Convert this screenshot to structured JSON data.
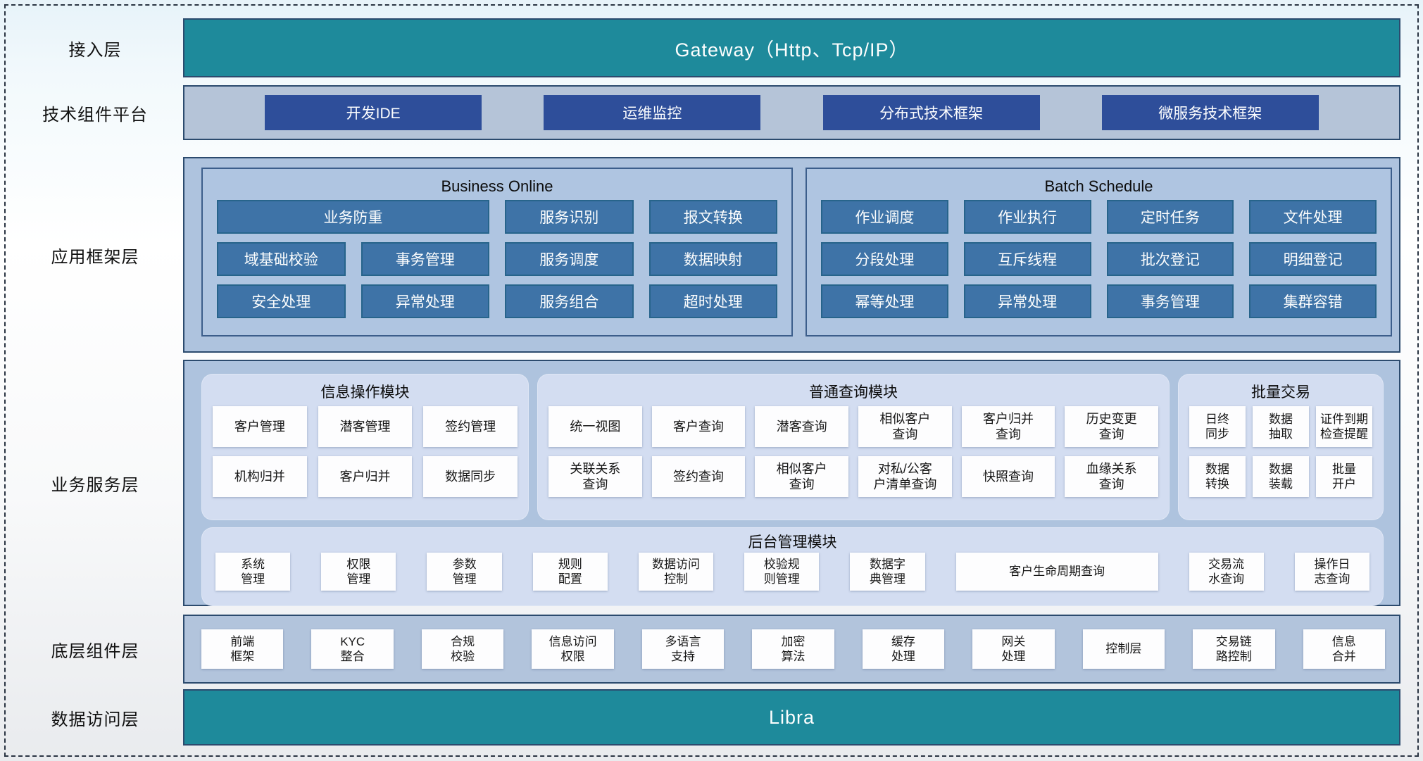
{
  "colors": {
    "teal_bar": "#1e8a9b",
    "navy_button": "#2e4e9a",
    "steel_button": "#3e73a7",
    "container_blue": "#aec3de",
    "panel_light": "#d3ddf1",
    "border_dark": "#2c4b6e"
  },
  "rows": {
    "access": {
      "label": "接入层",
      "gateway": "Gateway（Http、Tcp/IP）"
    },
    "tech": {
      "label": "技术组件平台",
      "buttons": [
        "开发IDE",
        "运维监控",
        "分布式技术框架",
        "微服务技术框架"
      ]
    },
    "framework": {
      "label": "应用框架层",
      "business_online": {
        "title": "Business Online",
        "buttons": [
          {
            "label": "业务防重",
            "span": 2
          },
          "服务识别",
          "报文转换",
          "域基础校验",
          "事务管理",
          "服务调度",
          "数据映射",
          "安全处理",
          "异常处理",
          "服务组合",
          "超时处理"
        ]
      },
      "batch_schedule": {
        "title": "Batch Schedule",
        "buttons": [
          "作业调度",
          "作业执行",
          "定时任务",
          "文件处理",
          "分段处理",
          "互斥线程",
          "批次登记",
          "明细登记",
          "幂等处理",
          "异常处理",
          "事务管理",
          "集群容错"
        ]
      }
    },
    "services": {
      "label": "业务服务层",
      "info_ops": {
        "title": "信息操作模块",
        "buttons": [
          "客户管理",
          "潜客管理",
          "签约管理",
          "机构归并",
          "客户归并",
          "数据同步"
        ]
      },
      "query": {
        "title": "普通查询模块",
        "buttons": [
          "统一视图",
          "客户查询",
          "潜客查询",
          "相似客户\n查询",
          "客户归并\n查询",
          "历史变更\n查询",
          "关联关系\n查询",
          "签约查询",
          "相似客户\n查询",
          "对私/公客\n户清单查询",
          "快照查询",
          "血缘关系\n查询"
        ]
      },
      "batch_trade": {
        "title": "批量交易",
        "buttons": [
          "日终\n同步",
          "数据\n抽取",
          "证件到期\n检查提醒",
          "数据\n转换",
          "数据\n装载",
          "批量\n开户"
        ]
      },
      "admin": {
        "title": "后台管理模块",
        "buttons": [
          "系统\n管理",
          "权限\n管理",
          "参数\n管理",
          "规则\n配置",
          "数据访问\n控制",
          "校验规\n则管理",
          "数据字\n典管理",
          "客户生命周期查询",
          "交易流\n水查询",
          "操作日\n志查询"
        ]
      }
    },
    "base": {
      "label": "底层组件层",
      "buttons": [
        "前端\n框架",
        "KYC\n整合",
        "合规\n校验",
        "信息访问\n权限",
        "多语言\n支持",
        "加密\n算法",
        "缓存\n处理",
        "网关\n处理",
        "控制层",
        "交易链\n路控制",
        "信息\n合并"
      ]
    },
    "data_access": {
      "label": "数据访问层",
      "bar": "Libra"
    }
  }
}
